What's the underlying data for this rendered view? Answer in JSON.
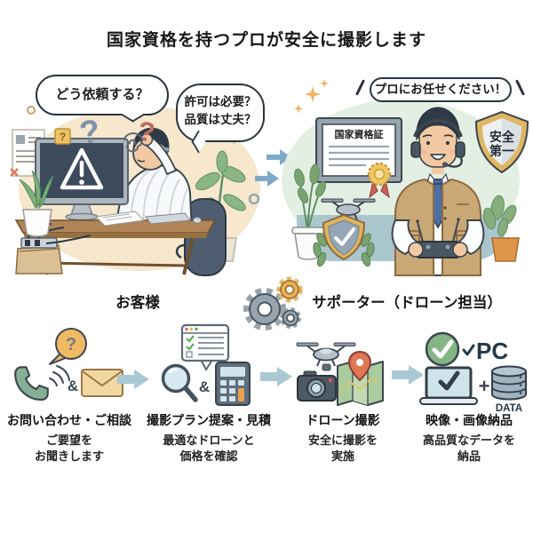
{
  "title": "国家資格を持つプロが安全に撮影します",
  "left_scene": {
    "bubble_how": "どう依頼する？",
    "bubble_permission_line1": "許可は必要？",
    "bubble_permission_line2": "品質は丈夫？",
    "question_mark": "?",
    "label": "お客様"
  },
  "right_scene": {
    "callout": "プロにお任せください！",
    "certificate_title": "国家資格証",
    "shield_line1": "安全",
    "shield_line2": "第一",
    "label": "サポーター（ドローン担当）"
  },
  "steps": [
    {
      "title": "お問い合わせ・ご相談",
      "desc1": "ご要望を",
      "desc2": "お聞きします",
      "amp": "&",
      "qmark": "?",
      "icons": "question-bubble, phone, envelope"
    },
    {
      "title": "撮影プラン提案・見積",
      "desc1": "最適なドローンと",
      "desc2": "価格を確認",
      "amp": "&",
      "icons": "checklist-window, magnifier, calculator"
    },
    {
      "title": "ドローン撮影",
      "desc1": "安全に撮影を",
      "desc2": "実施",
      "icons": "drone, camera, map-pin"
    },
    {
      "title": "映像・画像納品",
      "desc1": "高品質なデータを",
      "desc2": "納品",
      "check": "✓",
      "pc_label": "PC",
      "plus": "+",
      "data_label": "DATA",
      "icons": "check-circle, pc, laptop, database"
    }
  ],
  "colors": {
    "left_blob": "#f6e7cd",
    "right_blob": "#e4efe3",
    "floor_band": "#a9c6cc",
    "mid_arrow": "#7fa9c8",
    "step_arrow": "#aac7d4",
    "shield_gold": "#dfb662",
    "rosette_gold": "#eec95f",
    "vest_tan": "#c9a876",
    "phone_green": "#85b095",
    "check_green": "#85b584",
    "warning_screen": "#3d4b5c"
  }
}
